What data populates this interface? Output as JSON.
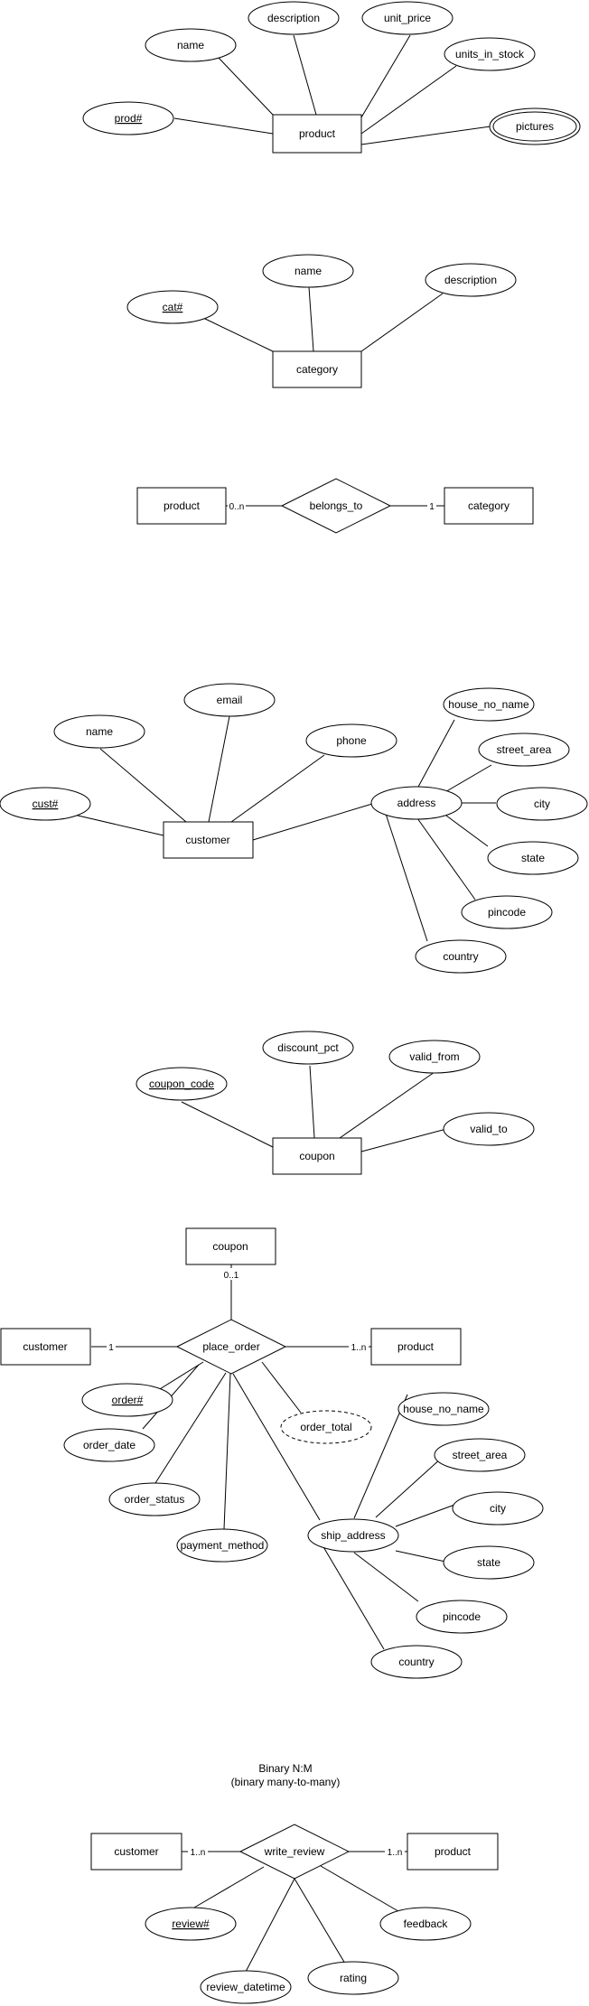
{
  "diagram": {
    "section1": {
      "entity": "product",
      "attrs": {
        "prod": "prod#",
        "name": "name",
        "description": "description",
        "unit_price": "unit_price",
        "units_in_stock": "units_in_stock",
        "pictures": "pictures"
      }
    },
    "section2": {
      "entity": "category",
      "attrs": {
        "cat": "cat#",
        "name": "name",
        "description": "description"
      }
    },
    "section3": {
      "left": "product",
      "relationship": "belongs_to",
      "right": "category",
      "card_left": "0..n",
      "card_right": "1"
    },
    "section4": {
      "entity": "customer",
      "composite": "address",
      "attrs": {
        "cust": "cust#",
        "name": "name",
        "email": "email",
        "phone": "phone"
      },
      "address_parts": {
        "house": "house_no_name",
        "street": "street_area",
        "city": "city",
        "state": "state",
        "pincode": "pincode",
        "country": "country"
      }
    },
    "section5": {
      "entity": "coupon",
      "attrs": {
        "code": "coupon_code",
        "discount": "discount_pct",
        "valid_from": "valid_from",
        "valid_to": "valid_to"
      }
    },
    "section6": {
      "relationship": "place_order",
      "coupon": "coupon",
      "customer": "customer",
      "product": "product",
      "card_coupon": "0..1",
      "card_customer": "1",
      "card_product": "1..n",
      "attrs": {
        "order": "order#",
        "order_date": "order_date",
        "order_status": "order_status",
        "payment_method": "payment_method",
        "order_total": "order_total"
      },
      "composite": "ship_address",
      "ship_parts": {
        "house": "house_no_name",
        "street": "street_area",
        "city": "city",
        "state": "state",
        "pincode": "pincode",
        "country": "country"
      }
    },
    "section7": {
      "caption_line1": "Binary N:M",
      "caption_line2": "(binary many-to-many)",
      "left": "customer",
      "relationship": "write_review",
      "right": "product",
      "card_left": "1..n",
      "card_right": "1..n",
      "attrs": {
        "review": "review#",
        "review_datetime": "review_datetime",
        "rating": "rating",
        "feedback": "feedback"
      }
    }
  }
}
